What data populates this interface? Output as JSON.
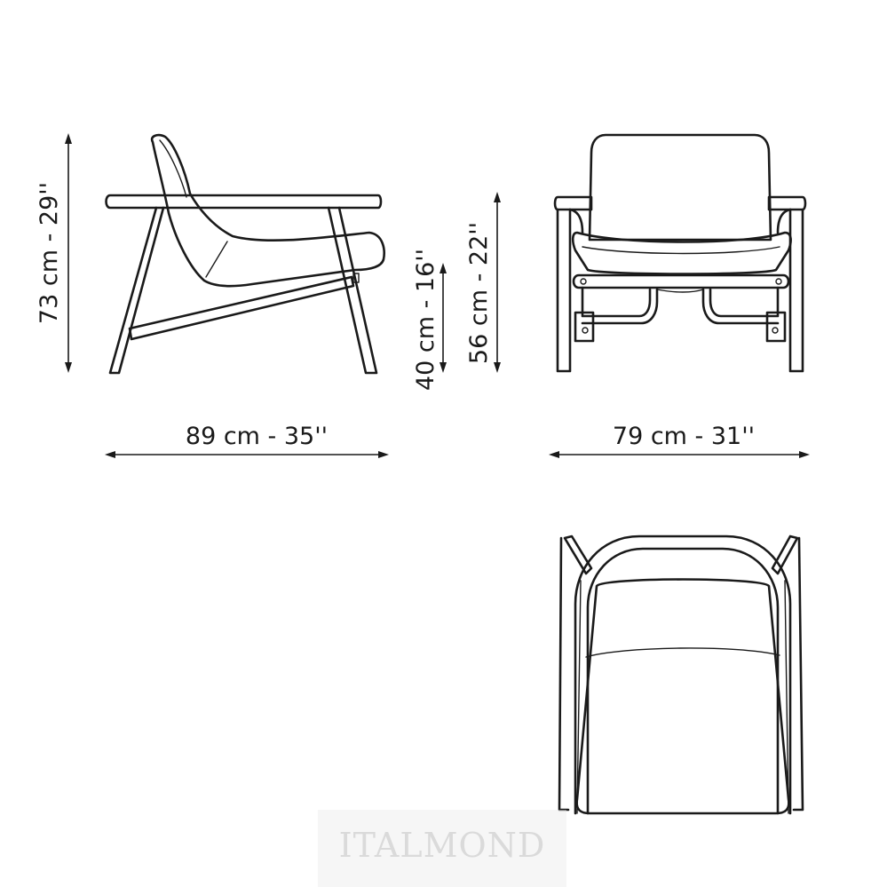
{
  "dimensions": {
    "height_total": "73 cm - 29''",
    "seat_height": "40 cm - 16''",
    "arm_height": "56 cm - 22''",
    "depth": "89 cm - 35''",
    "width": "79 cm - 31''"
  },
  "watermark": "ITALMOND",
  "colors": {
    "line": "#1a1a1a",
    "background": "#ffffff"
  }
}
